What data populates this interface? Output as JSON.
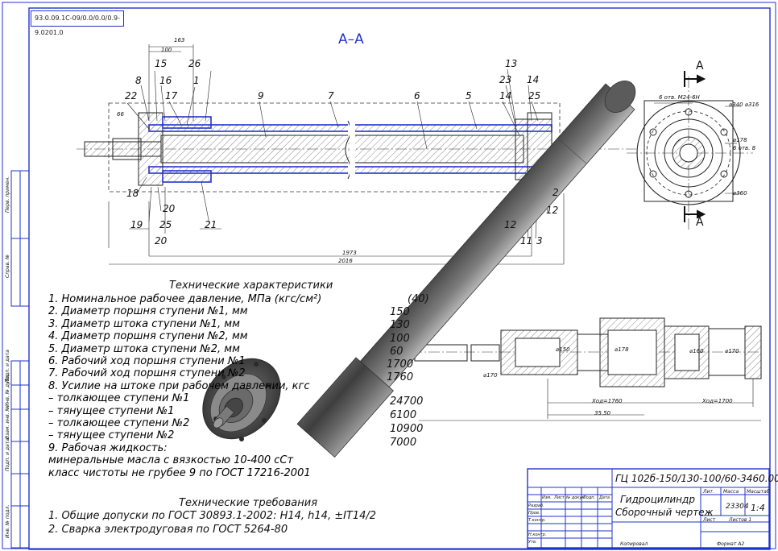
{
  "doc_code": "93.0.09.1С-09/0.0/0.0/0.9-9.0201.0",
  "section_title": "А–А",
  "section_arrow_label": "А",
  "main_section": {
    "callouts_top": [
      "8",
      "22",
      "15",
      "16",
      "17",
      "1",
      "26",
      "9",
      "7",
      "6",
      "5",
      "13",
      "23",
      "14",
      "14",
      "25"
    ],
    "callouts_bottom": [
      "18",
      "19",
      "20",
      "25",
      "20",
      "21",
      "12",
      "11",
      "3",
      "2",
      "12"
    ],
    "dims": {
      "d163": "163",
      "d100": "100",
      "d66": "66",
      "len1": "1973",
      "len2": "2016"
    }
  },
  "end_view": {
    "hole_spec": "6 отв. М24-6Н",
    "d1": "⌀340 ⌀316",
    "d2": "⌀178",
    "d3": "6 отв. 8",
    "d4": "⌀360"
  },
  "tech_title": "Технические характеристики",
  "tech_items": [
    "1. Номинальное рабочее давление, МПа (кгс/см²)",
    "2. Диаметр поршня ступени №1, мм",
    "3. Диаметр штока ступени №1, мм",
    "4. Диаметр поршня ступени №2, мм",
    "5. Диаметр штока ступени №2, мм",
    "6. Рабочий ход поршня ступени №1",
    "7. Рабочий ход поршня ступени №2",
    "8. Усилие на штоке при рабочем давлении, кгс",
    "– толкающее ступени №1",
    "– тянущее ступени №1",
    "– толкающее ступени №2",
    "– тянущее ступени №2",
    "9. Рабочая жидкость:",
    "минеральные масла с вязкостью 10-400 сСт",
    "класс чистоты не грубее 9 по ГОСТ 17216-2001"
  ],
  "tech_values": [
    "(40)",
    "150",
    "130",
    "100",
    "60",
    "1700",
    "1760",
    "",
    "24700",
    "6100",
    "10900",
    "7000"
  ],
  "req_title": "Технические требования",
  "req_items": [
    "1. Общие допуски по ГОСТ 30893.1-2002: Н14, h14, ±IT14/2",
    "2. Сварка электродуговая по ГОСТ 5264-80"
  ],
  "detail_view": {
    "dims": [
      "⌀150",
      "⌀178",
      "⌀170",
      "Ход=1760",
      "Ход=1700",
      "35.50",
      "⌀160",
      "⌀170"
    ]
  },
  "title_block": {
    "designation": "ГЦ 102б-150/130-100/60-3460.00СБ",
    "name_line1": "Гидроцилиндр",
    "name_line2": "Сборочный чертеж",
    "code": "23304",
    "scale": "1:4",
    "col_headers": [
      "Изм.",
      "Лист",
      "№ докум.",
      "Подп.",
      "Дата"
    ],
    "row_labels": [
      "Разраб.",
      "Пров.",
      "Т.контр.",
      "Н.контр.",
      "Утв."
    ],
    "lit_header": "Лит.",
    "mass_header": "Масса",
    "scale_header": "Масштаб",
    "sheet_label": "Лист",
    "sheets_label": "Листов 1",
    "copied": "Копировал",
    "format": "Формат А2"
  },
  "side_strip": [
    "Перв. примен.",
    "Справ. №",
    "Подп. и дата",
    "Инв. № дубл.",
    "Взам. инв. №",
    "Подп. и дата",
    "Инв. № подл."
  ],
  "colors": {
    "line": "#1a1a1a",
    "blue": "#2233cc",
    "render_dark": "#3a3a3a",
    "render_mid": "#6c6c6c",
    "render_light": "#a9a9a9"
  }
}
